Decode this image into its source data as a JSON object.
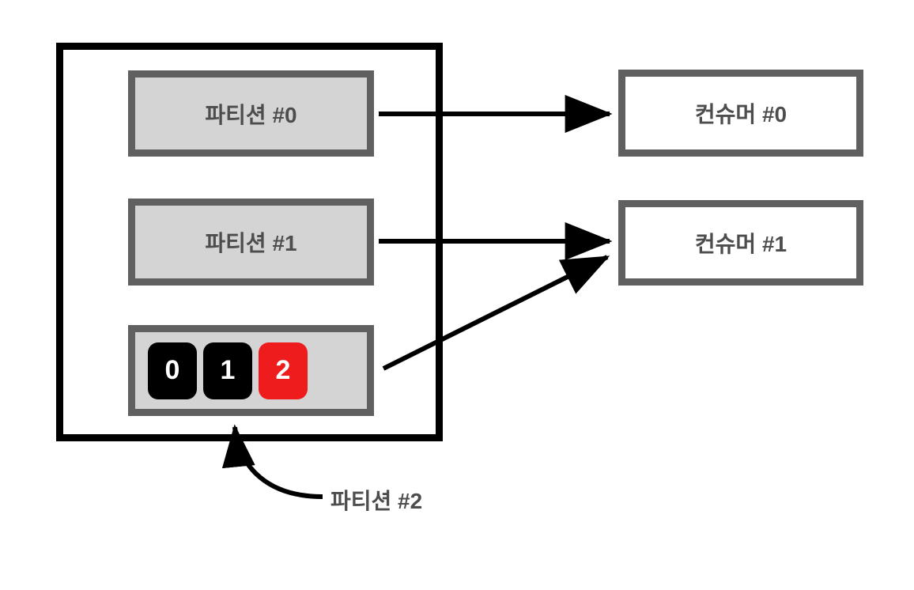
{
  "diagram": {
    "title": "Kafka partition to consumer assignment",
    "broker": {
      "name": "topic-container",
      "border_color": "#000000"
    },
    "partitions": [
      {
        "id": "partition-0",
        "label": "파티션 #0",
        "fill": "#d4d4d4",
        "border": "#606060"
      },
      {
        "id": "partition-1",
        "label": "파티션 #1",
        "fill": "#d4d4d4",
        "border": "#606060"
      },
      {
        "id": "partition-2",
        "label": "파티션 #2",
        "fill": "#d4d4d4",
        "border": "#606060"
      }
    ],
    "offsets": [
      {
        "value": "0",
        "fill": "#000000",
        "text_color": "#ffffff",
        "state": "committed"
      },
      {
        "value": "1",
        "fill": "#000000",
        "text_color": "#ffffff",
        "state": "committed"
      },
      {
        "value": "2",
        "fill": "#ee1c1c",
        "text_color": "#ffffff",
        "state": "current"
      }
    ],
    "consumers": [
      {
        "id": "consumer-0",
        "label": "컨슈머 #0",
        "fill": "#ffffff",
        "border": "#606060"
      },
      {
        "id": "consumer-1",
        "label": "컨슈머 #1",
        "fill": "#ffffff",
        "border": "#606060"
      }
    ],
    "arrows": [
      {
        "name": "arrow-partition0-to-consumer0",
        "from": "파티션 #0",
        "to": "컨슈머 #0",
        "style": "straight",
        "color": "#000000"
      },
      {
        "name": "arrow-partition1-to-consumer1",
        "from": "파티션 #1",
        "to": "컨슈머 #1",
        "style": "straight",
        "color": "#000000"
      },
      {
        "name": "arrow-partition2-to-consumer1",
        "from": "파티션 #2",
        "to": "컨슈머 #1",
        "style": "diagonal",
        "color": "#000000"
      },
      {
        "name": "arrow-callout-to-partition2",
        "from": "파티션 #2 (label)",
        "to": "파티션 #2 (box)",
        "style": "curved",
        "color": "#000000"
      }
    ],
    "callout": {
      "label": "파티션 #2",
      "text_color": "#4d4d4d"
    }
  }
}
